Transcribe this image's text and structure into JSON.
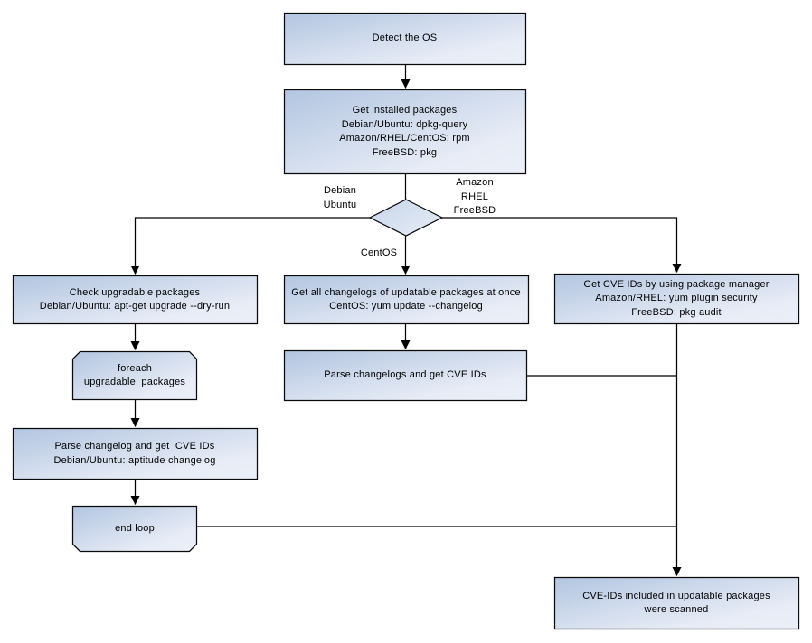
{
  "diagram": {
    "title": "OS package CVE scan flowchart",
    "colors": {
      "background": "#ffffff",
      "node_fill_start": "#b2c5e0",
      "node_fill_end": "#ebeff8",
      "diamond_fill_start": "#c6d5e9",
      "diamond_fill_end": "#e8edf6",
      "border": "#0a0a0a",
      "connector": "#000000",
      "text": "#000000"
    },
    "nodes": {
      "detect_os": {
        "lines": [
          "Detect the OS"
        ]
      },
      "get_installed_packages": {
        "lines": [
          "Get installed packages",
          "Debian/Ubuntu: dpkg-query",
          "Amazon/RHEL/CentOS: rpm",
          "FreeBSD: pkg"
        ]
      },
      "os_decision": {
        "lines": []
      },
      "check_upgradable_packages": {
        "lines": [
          "Check upgradable packages",
          "Debian/Ubuntu: apt-get upgrade --dry-run"
        ]
      },
      "foreach_loop": {
        "lines": [
          "foreach",
          "upgradable  packages"
        ]
      },
      "parse_changelog_debian": {
        "lines": [
          "Parse changelog and get  CVE IDs",
          "Debian/Ubuntu: aptitude changelog"
        ]
      },
      "end_loop": {
        "lines": [
          "end loop"
        ]
      },
      "get_all_changelogs": {
        "lines": [
          "Get all changelogs of updatable packages at once",
          "CentOS: yum update --changelog"
        ]
      },
      "parse_changelogs_centos": {
        "lines": [
          "Parse changelogs and get CVE IDs"
        ]
      },
      "get_cve_ids_package_manager": {
        "lines": [
          "Get CVE IDs by using package manager",
          "Amazon/RHEL: yum plugin security",
          "FreeBSD: pkg audit"
        ]
      },
      "cve_ids_scanned": {
        "lines": [
          "CVE-IDs included in updatable packages",
          "were scanned"
        ]
      }
    },
    "edge_labels": {
      "debian_ubuntu": {
        "lines": [
          "Debian",
          "Ubuntu"
        ]
      },
      "amazon_rhel_freebsd": {
        "lines": [
          "Amazon",
          "RHEL",
          "FreeBSD"
        ]
      },
      "centos": {
        "lines": [
          "CentOS"
        ]
      }
    }
  }
}
